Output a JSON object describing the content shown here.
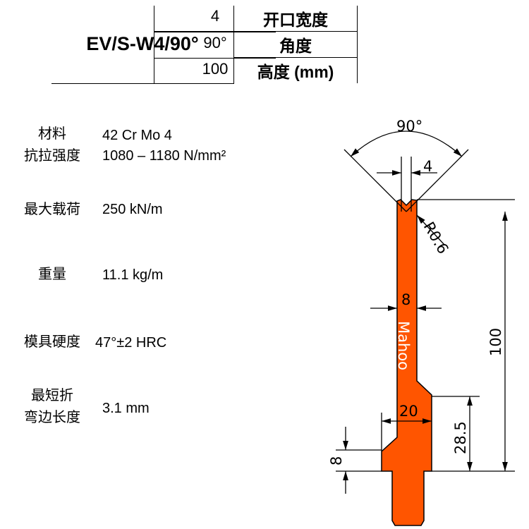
{
  "header": {
    "title": "EV/S-W4/90°",
    "rows": [
      {
        "label": "开口宽度",
        "value": "4"
      },
      {
        "label": "角度",
        "value": "90°"
      },
      {
        "label": "高度 (mm)",
        "value": "100"
      }
    ]
  },
  "specs": [
    {
      "label": "材料",
      "value": "42 Cr Mo 4"
    },
    {
      "label": "抗拉强度",
      "value": "1080 – 1180 N/mm²"
    },
    {
      "label": "最大载荷",
      "value": "250 kN/m"
    },
    {
      "label": "重量",
      "value": "11.1 kg/m"
    },
    {
      "label": "模具硬度",
      "value": "47°±2 HRC"
    },
    {
      "label_line1": "最短折",
      "label_line2": "弯边长度",
      "value": "3.1 mm"
    }
  ],
  "drawing": {
    "angle": "90°",
    "opening": "4",
    "radius": "R0.6",
    "width": "8",
    "height": "100",
    "shoulder_width": "20",
    "shoulder_height": "28.5",
    "flange_height": "8",
    "brand": "Mahoo",
    "fill_color": "#FF5500"
  }
}
